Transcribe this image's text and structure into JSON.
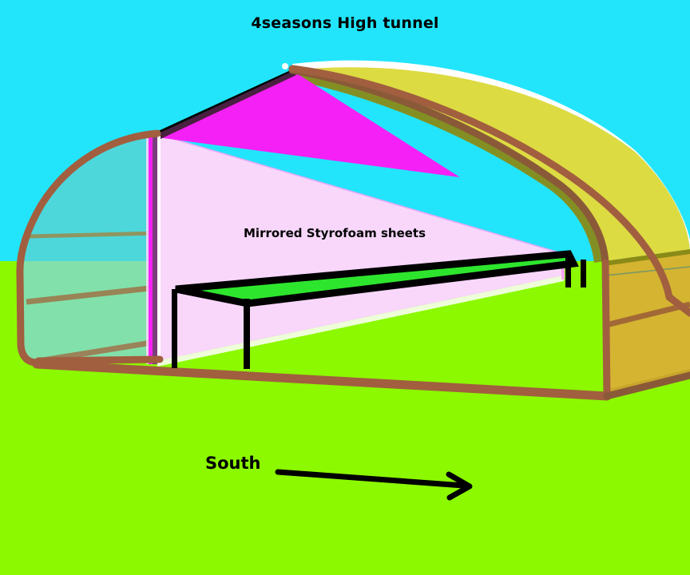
{
  "page": {
    "title": "4seasons High tunnel",
    "kind": "illustration-diagram"
  },
  "labels": {
    "title": "4seasons High tunnel",
    "styrofoam": "Mirrored Styrofoam sheets",
    "south": "South"
  },
  "annotations": {
    "south_arrow": "arrow pointing right",
    "ridge_marker": "white dot at roof apex"
  },
  "colors": {
    "sky": "#22e5fb",
    "ground": "#8cf900",
    "frame_brown": "#a15f3f",
    "frame_brown_light": "#b4714a",
    "roof_yellow": "#dddb42",
    "roof_olive": "#8a8a17",
    "wall_gold": "#d4b431",
    "wall_gold_dark": "#c8a52c",
    "panel_pink": "#f8d7fb",
    "panel_magenta": "#f520f5",
    "panel_purple": "#7a3f7a",
    "end_teal": "#55d5d5",
    "end_mint": "#86e0a8",
    "bench_green": "#2ee52e",
    "bench_outline": "#000000",
    "ridge_white": "#ffffff",
    "text": "#000000"
  },
  "scene_parts": [
    {
      "name": "sky-background",
      "color": "#22e5fb"
    },
    {
      "name": "ground-background",
      "color": "#8cf900"
    },
    {
      "name": "tunnel-roof-south-face",
      "color": "#dddb42"
    },
    {
      "name": "tunnel-right-end-wall",
      "color": "#d4b431"
    },
    {
      "name": "tunnel-left-end-wall",
      "color": "#55d5d5"
    },
    {
      "name": "mirrored-styrofoam-upper-triangle",
      "color": "#f520f5"
    },
    {
      "name": "mirrored-styrofoam-main-sheet",
      "color": "#f8d7fb"
    },
    {
      "name": "grow-bench",
      "color": "#2ee52e"
    },
    {
      "name": "frame-ribs",
      "color": "#a15f3f"
    }
  ]
}
